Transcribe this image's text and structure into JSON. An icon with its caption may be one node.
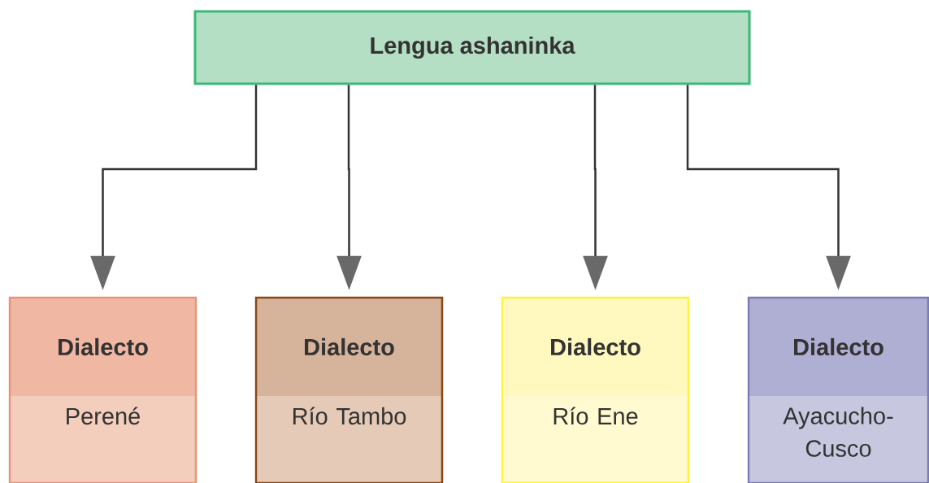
{
  "diagram": {
    "nodes": [
      {
        "text": [
          "Lengua ashaninka"
        ]
      },
      {
        "text": [
          "Dialecto",
          "Perené"
        ]
      },
      {
        "text": [
          "Dialecto",
          "Río Tambo"
        ]
      },
      {
        "text": [
          "Dialecto",
          "Río Ene"
        ]
      },
      {
        "text": [
          "Dialecto",
          "Ayacucho-Cusco"
        ]
      }
    ],
    "edges": [
      {
        "from": 0,
        "to": 1,
        "arrow": "to"
      },
      {
        "from": 0,
        "to": 2,
        "arrow": "to"
      },
      {
        "from": 0,
        "to": 3,
        "arrow": "to"
      },
      {
        "from": 0,
        "to": 4,
        "arrow": "to"
      }
    ]
  }
}
